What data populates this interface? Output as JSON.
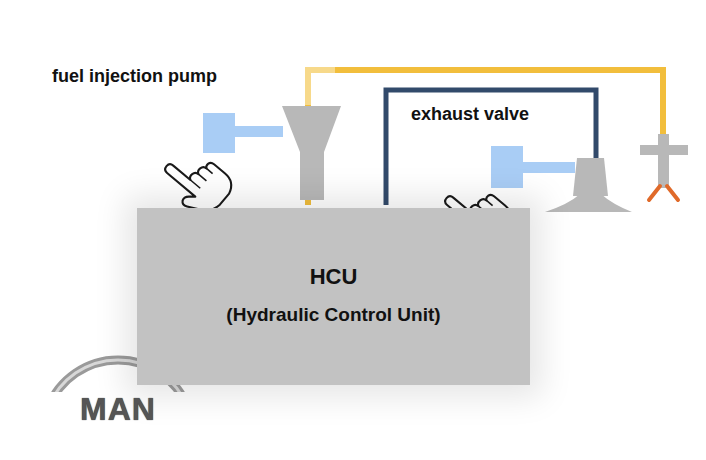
{
  "diagram": {
    "nodes": [
      {
        "text": [
          "HCU",
          "(Hydraulic Control Unit)"
        ]
      }
    ],
    "labels": [
      "fuel injection pump",
      "exhaust valve",
      "MAN"
    ]
  }
}
